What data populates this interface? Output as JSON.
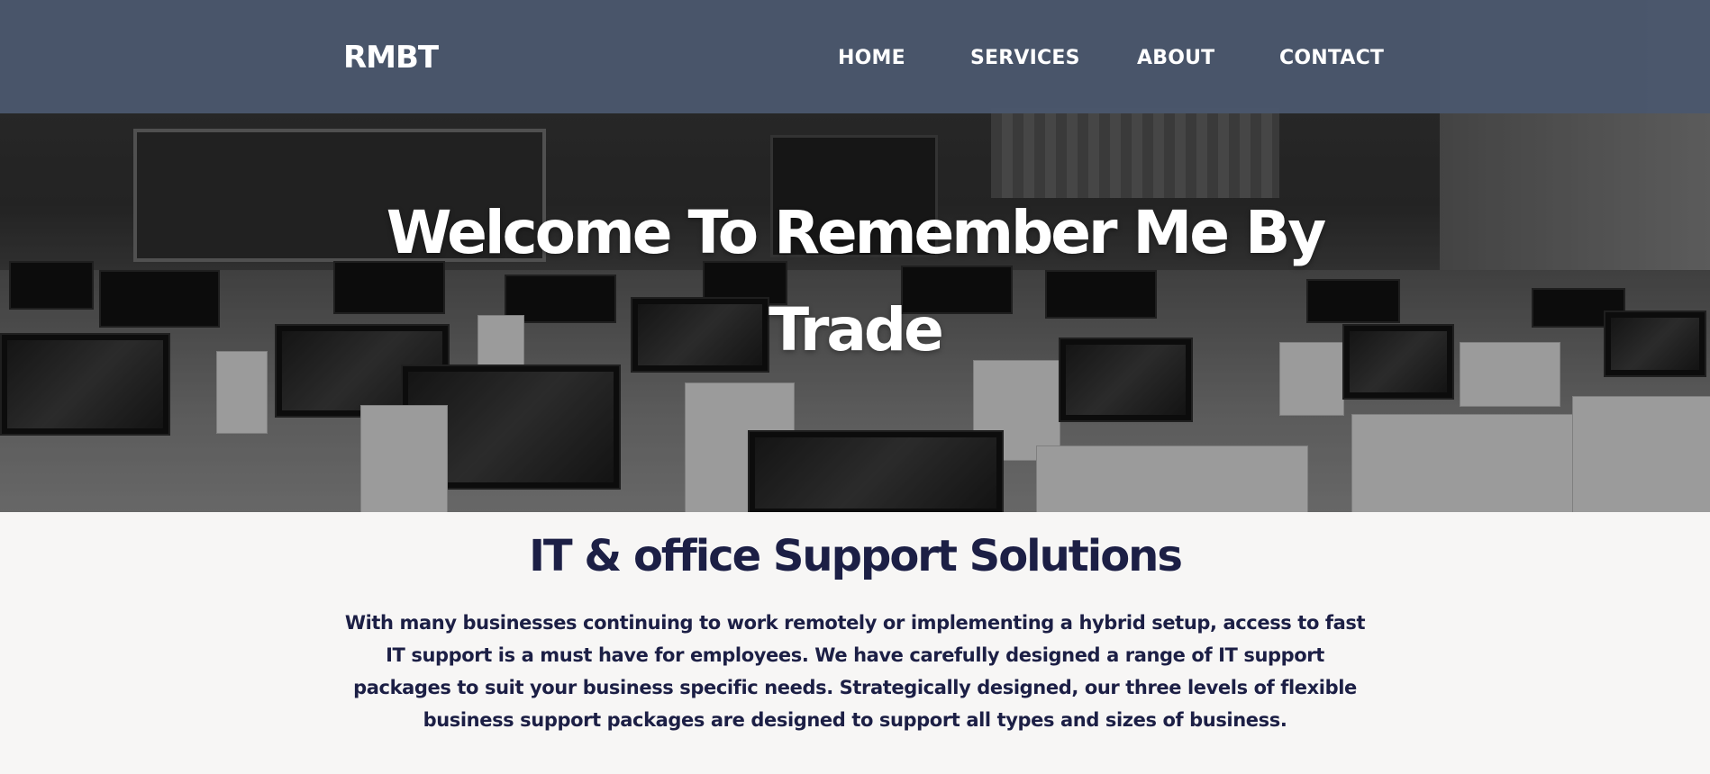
{
  "header": {
    "logo": "RMBT",
    "nav": [
      {
        "label": "HOME"
      },
      {
        "label": "SERVICES"
      },
      {
        "label": "ABOUT"
      },
      {
        "label": "CONTACT"
      }
    ]
  },
  "hero": {
    "title": "Welcome To Remember Me By Trade",
    "background_image": "computer-lab-classroom"
  },
  "intro": {
    "title": "IT & office Support Solutions",
    "text": "With many businesses continuing to work remotely or implementing a hybrid setup, access to fast IT support is a must have for employees. We have carefully designed a range of IT support packages to suit your business specific needs. Strategically designed, our three levels of flexible business support packages are designed to support all types and sizes of business."
  },
  "colors": {
    "header_bg": "#4a576c",
    "heading_navy": "#1c1f45",
    "page_bg": "#f7f6f5"
  }
}
